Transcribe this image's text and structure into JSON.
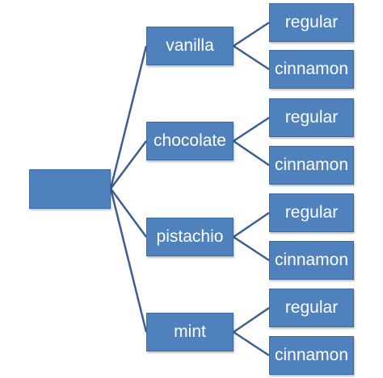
{
  "diagram": {
    "root": {
      "label": ""
    },
    "branches": [
      {
        "flavor": "vanilla",
        "variants": [
          "regular",
          "cinnamon"
        ]
      },
      {
        "flavor": "chocolate",
        "variants": [
          "regular",
          "cinnamon"
        ]
      },
      {
        "flavor": "pistachio",
        "variants": [
          "regular",
          "cinnamon"
        ]
      },
      {
        "flavor": "mint",
        "variants": [
          "regular",
          "cinnamon"
        ]
      }
    ],
    "colors": {
      "node_fill": "#4f81bd",
      "node_text": "#ffffff",
      "connector": "#3b5e91"
    }
  }
}
